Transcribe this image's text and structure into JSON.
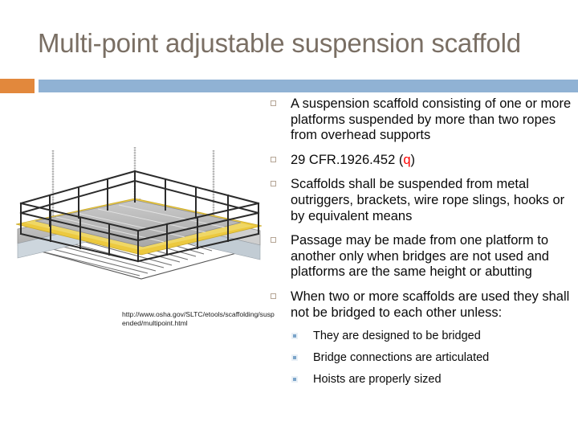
{
  "slide": {
    "title": "Multi-point adjustable suspension scaffold",
    "accent_orange_color": "#e2883c",
    "accent_blue_color": "#90b2d4",
    "title_color": "#7a6f64"
  },
  "figure": {
    "alt": "multi-point adjustable suspension scaffold diagram",
    "caption": "http://www.osha.gov/SLTC/etools/scaffolding/suspended/multipoint.html",
    "deck_color": "#b4b4b4",
    "edge_color": "#e8c53f",
    "frame_color": "#2b2b2b",
    "rope_color": "#9a9a9a"
  },
  "bullets": [
    {
      "text": "A suspension scaffold consisting of one or more platforms suspended by more than two ropes from overhead supports",
      "marker": "hollow-square-bullet"
    },
    {
      "text_before": "29 CFR.1926.452 (",
      "text_highlight": "q",
      "text_after": ")",
      "highlight_color": "#ff0000",
      "marker": "hollow-square-bullet"
    },
    {
      "text": "Scaffolds shall be suspended from metal outriggers, brackets, wire rope slings, hooks or by equivalent means",
      "marker": "hollow-square-bullet"
    },
    {
      "text": "Passage may be made from one platform to another only when bridges are not used and platforms are the same height or abutting",
      "marker": "hollow-square-bullet"
    },
    {
      "text": "When two or more scaffolds are used they shall not be bridged to each other unless:",
      "marker": "hollow-square-bullet"
    }
  ],
  "sub_bullets": [
    {
      "text": "They are designed to be bridged",
      "marker": "filled-square-bullet"
    },
    {
      "text": "Bridge connections are articulated",
      "marker": "filled-square-bullet"
    },
    {
      "text": "Hoists are properly sized",
      "marker": "filled-square-bullet"
    }
  ]
}
